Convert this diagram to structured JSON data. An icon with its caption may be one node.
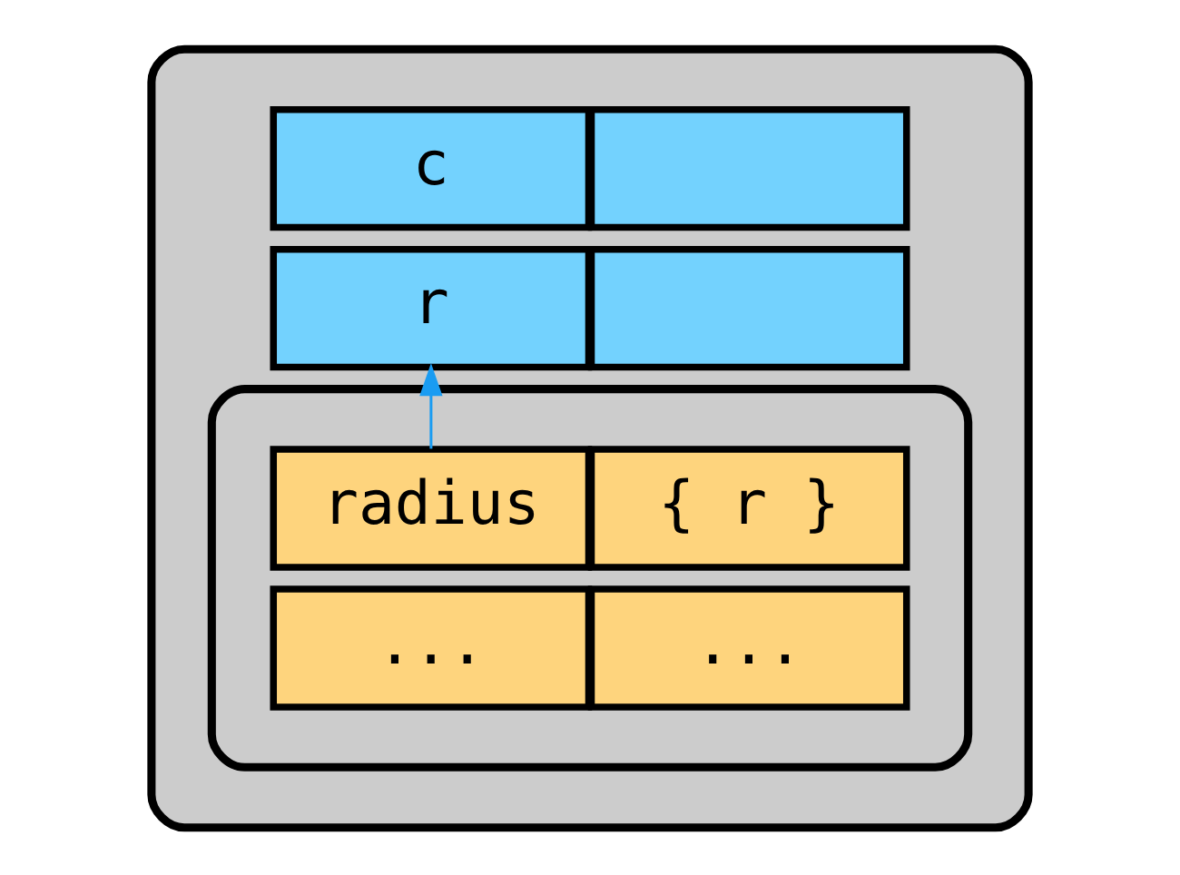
{
  "diagram": {
    "nodes": [
      {
        "text": [],
        "shape": "box"
      },
      {
        "text": [
          "c"
        ],
        "in": 0
      },
      {
        "text": [],
        "shape": "box",
        "in": 0
      },
      {
        "text": [
          "r"
        ],
        "in": 0
      },
      {
        "text": [],
        "shape": "box",
        "in": 0
      },
      {
        "text": [],
        "shape": "box",
        "in": 0
      },
      {
        "text": [
          "radius"
        ],
        "in": 5
      },
      {
        "text": [
          "{ r }"
        ],
        "in": 5
      },
      {
        "text": [
          "..."
        ],
        "in": 5
      },
      {
        "text": [
          "..."
        ],
        "in": 5
      }
    ],
    "edges": [
      {
        "from": 6,
        "to": 3,
        "arrow": "to",
        "color": "#1a9cf2"
      }
    ]
  }
}
